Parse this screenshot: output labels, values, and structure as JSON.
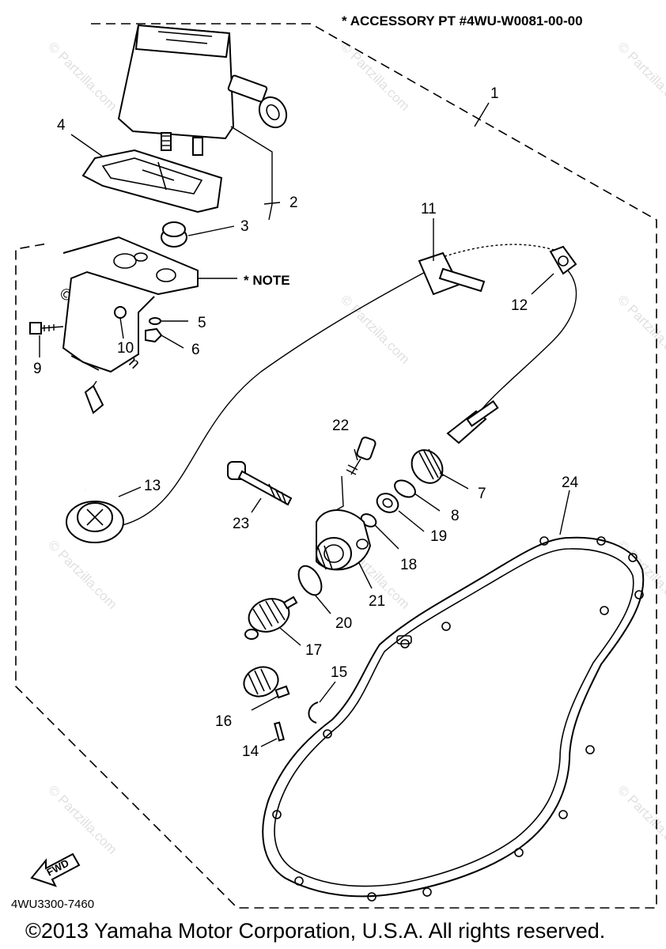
{
  "header": {
    "accessory_note": "* ACCESSORY PT #4WU-W0081-00-00"
  },
  "note_label": "* NOTE",
  "fwd_label": "FWD",
  "diagram_code": "4WU3300-7460",
  "copyright": "©2013 Yamaha Motor Corporation, U.S.A. All rights reserved.",
  "watermark": {
    "text": "© Partzilla.com"
  },
  "callouts": [
    "1",
    "2",
    "3",
    "4",
    "5",
    "6",
    "7",
    "8",
    "9",
    "10",
    "11",
    "12",
    "13",
    "14",
    "15",
    "16",
    "17",
    "18",
    "19",
    "20",
    "21",
    "22",
    "23",
    "24"
  ]
}
